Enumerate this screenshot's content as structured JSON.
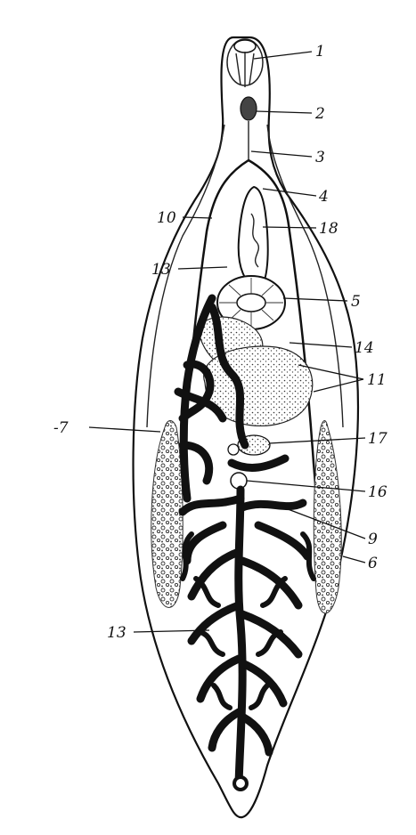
{
  "diagram": {
    "labels": [
      {
        "id": "1",
        "text": "1"
      },
      {
        "id": "2",
        "text": "2"
      },
      {
        "id": "3",
        "text": "3"
      },
      {
        "id": "4",
        "text": "4"
      },
      {
        "id": "10",
        "text": "10"
      },
      {
        "id": "18",
        "text": "18"
      },
      {
        "id": "13a",
        "text": "13"
      },
      {
        "id": "5",
        "text": "5"
      },
      {
        "id": "14",
        "text": "14"
      },
      {
        "id": "11",
        "text": "11"
      },
      {
        "id": "7",
        "text": "-7"
      },
      {
        "id": "17",
        "text": "17"
      },
      {
        "id": "16",
        "text": "16"
      },
      {
        "id": "9",
        "text": "9"
      },
      {
        "id": "6",
        "text": "6"
      },
      {
        "id": "13b",
        "text": "13"
      }
    ]
  }
}
